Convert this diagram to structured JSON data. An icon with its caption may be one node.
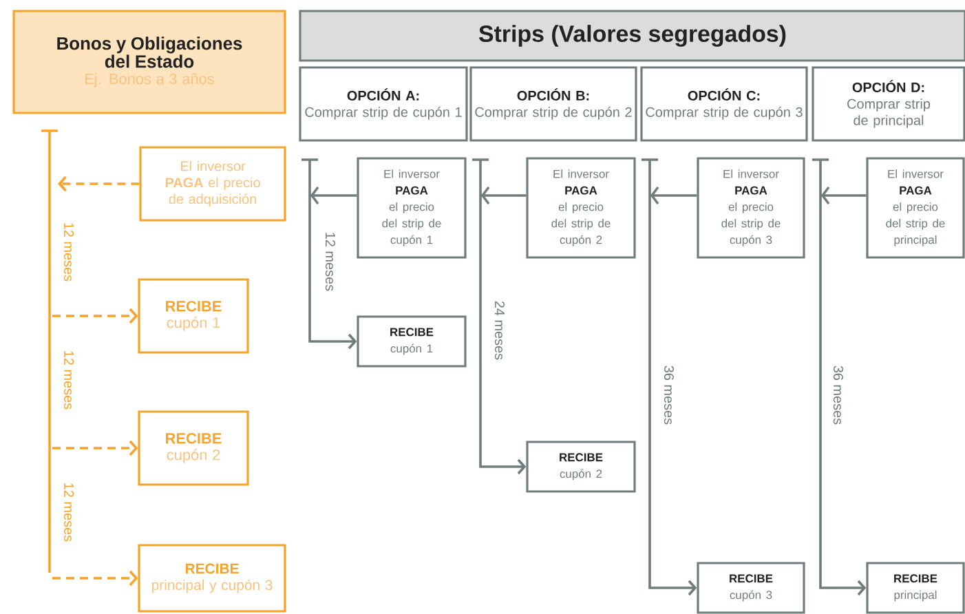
{
  "diagram": {
    "title": "Strips (Valores segregados)",
    "nodes": [
      {
        "text": [
          "Bonos y Obligaciones del Estado",
          "Ej. Bonos a 3 años"
        ]
      },
      {
        "text": [
          "El inversor **PAGA** el precio de adquisición"
        ]
      },
      {
        "text": [
          "RECIBE",
          "cupón 1"
        ]
      },
      {
        "text": [
          "RECIBE",
          "cupón 2"
        ]
      },
      {
        "text": [
          "RECIBE",
          "principal y cupón 3"
        ]
      },
      {
        "text": [
          "OPCIÓN A:",
          "Comprar strip de cupón 1"
        ]
      },
      {
        "text": [
          "OPCIÓN B:",
          "Comprar strip de cupón 2"
        ]
      },
      {
        "text": [
          "OPCIÓN C:",
          "Comprar strip de cupón 3"
        ]
      },
      {
        "text": [
          "OPCIÓN D:",
          "Comprar strip de principal"
        ]
      },
      {
        "text": [
          "El inversor",
          "PAGA",
          "el precio del strip de cupón 1"
        ]
      },
      {
        "text": [
          "RECIBE",
          "cupón 1"
        ]
      },
      {
        "text": [
          "El inversor",
          "PAGA",
          "el precio del strip de cupón 2"
        ]
      },
      {
        "text": [
          "RECIBE",
          "cupón 2"
        ]
      },
      {
        "text": [
          "El inversor",
          "PAGA",
          "el precio del strip de cupón 3"
        ]
      },
      {
        "text": [
          "RECIBE",
          "cupón 3"
        ]
      },
      {
        "text": [
          "El inversor",
          "PAGA",
          "el precio del strip de principal"
        ]
      },
      {
        "text": [
          "RECIBE",
          "principal"
        ]
      }
    ],
    "edges": [
      {
        "from": 1,
        "to": null,
        "arrow": "to",
        "style": "dashed",
        "color": "#f7a428"
      },
      {
        "from": null,
        "to": 2,
        "arrow": "to",
        "style": "dashed",
        "color": "#f7a428"
      },
      {
        "from": null,
        "to": 3,
        "arrow": "to",
        "style": "dashed",
        "color": "#f7a428"
      },
      {
        "from": null,
        "to": 4,
        "arrow": "to",
        "style": "dashed",
        "color": "#f7a428"
      },
      {
        "from": 9,
        "to": 10,
        "arrow": "to",
        "color": "#6f7d7c"
      },
      {
        "from": 11,
        "to": 12,
        "arrow": "to",
        "color": "#6f7d7c"
      },
      {
        "from": 13,
        "to": 14,
        "arrow": "to",
        "color": "#6f7d7c"
      },
      {
        "from": 15,
        "to": 16,
        "arrow": "to",
        "color": "#6f7d7c"
      }
    ],
    "labels": [
      "12 meses",
      "12 meses",
      "12 meses",
      "12 meses",
      "24 meses",
      "36 meses",
      "36 meses"
    ]
  }
}
